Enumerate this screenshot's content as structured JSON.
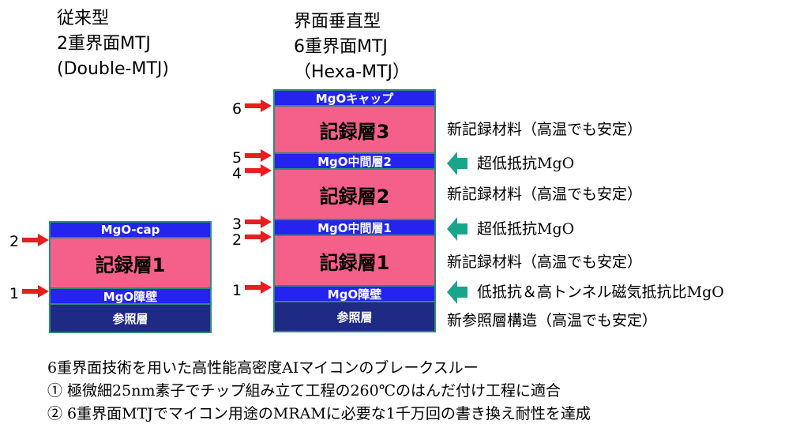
{
  "left": {
    "title_lines": [
      "従来型",
      "2重界面MTJ",
      "(Double-MTJ)"
    ],
    "layers": {
      "cap": "MgO-cap",
      "record": "記録層1",
      "barrier": "MgO障壁",
      "reference": "参照層"
    },
    "markers": [
      "2",
      "1"
    ]
  },
  "right": {
    "title_lines": [
      "界面垂直型",
      "6重界面MTJ",
      "（Hexa-MTJ）"
    ],
    "layers": {
      "cap": "MgOキャップ",
      "record3": "記録層3",
      "mid2": "MgO中間層2",
      "record2": "記録層2",
      "mid1": "MgO中間層1",
      "record1": "記録層1",
      "barrier": "MgO障壁",
      "reference": "参照層"
    },
    "markers": [
      "6",
      "5",
      "4",
      "3",
      "2",
      "1"
    ]
  },
  "notes": {
    "rec3": "新記録材料（高温でも安定）",
    "mid2": "超低抵抗MgO",
    "rec2": "新記録材料（高温でも安定）",
    "mid1": "超低抵抗MgO",
    "rec1": "新記録材料（高温でも安定）",
    "barrier": "低抵抗＆高トンネル磁気抵抗比MgO",
    "reference": "新参照層構造（高温でも安定）"
  },
  "summary": [
    "6重界面技術を用いた高性能高密度AIマイコンのブレークスルー",
    "① 極微細25nm素子でチップ組み立て工程の260℃のはんだ付け工程に適合",
    "② 6重界面MTJでマイコン用途のMRAMに必要な1千万回の書き換え耐性を達成"
  ],
  "colors": {
    "mgo": "#2424ee",
    "record": "#f5608a",
    "reference": "#1f2a85",
    "border": "#2e8b72",
    "marker_arrow": "#e81e1e",
    "note_arrow": "#1aa58a"
  },
  "icons": {
    "marker": "red-right-arrow-icon",
    "note": "green-left-arrow-icon"
  }
}
